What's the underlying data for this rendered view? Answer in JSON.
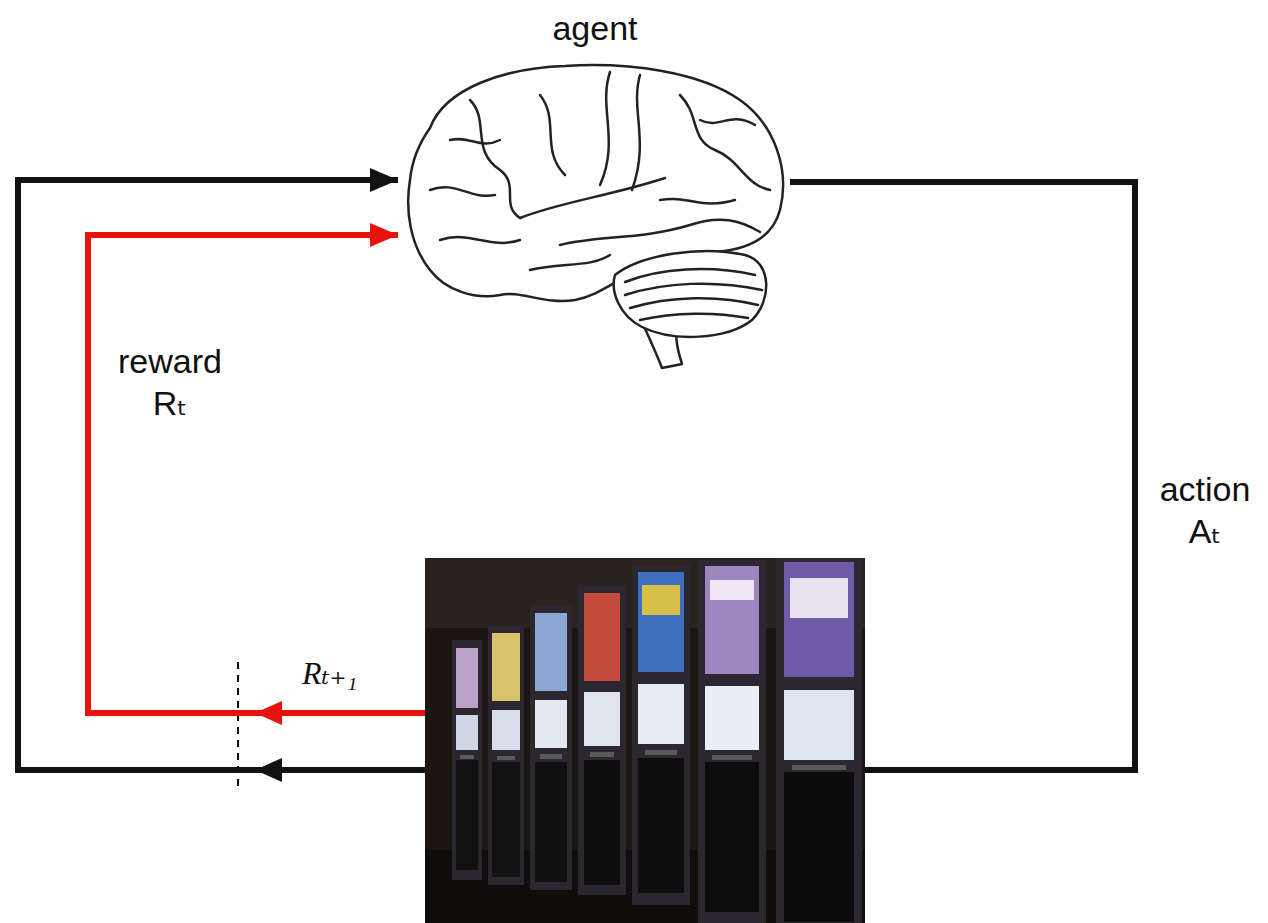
{
  "diagram": {
    "nodes": [
      {
        "text": [
          "agent"
        ]
      },
      {
        "text": []
      }
    ],
    "edges": [
      {
        "from": 0,
        "to": 1,
        "label": "action Aₜ",
        "arrow": "none"
      },
      {
        "from": 1,
        "to": 0,
        "label": "reward Rₜ",
        "arrow": "to"
      },
      {
        "from": 1,
        "to": 0,
        "arrow": "to"
      }
    ],
    "labels": [
      "Rₜ₊₁"
    ]
  }
}
